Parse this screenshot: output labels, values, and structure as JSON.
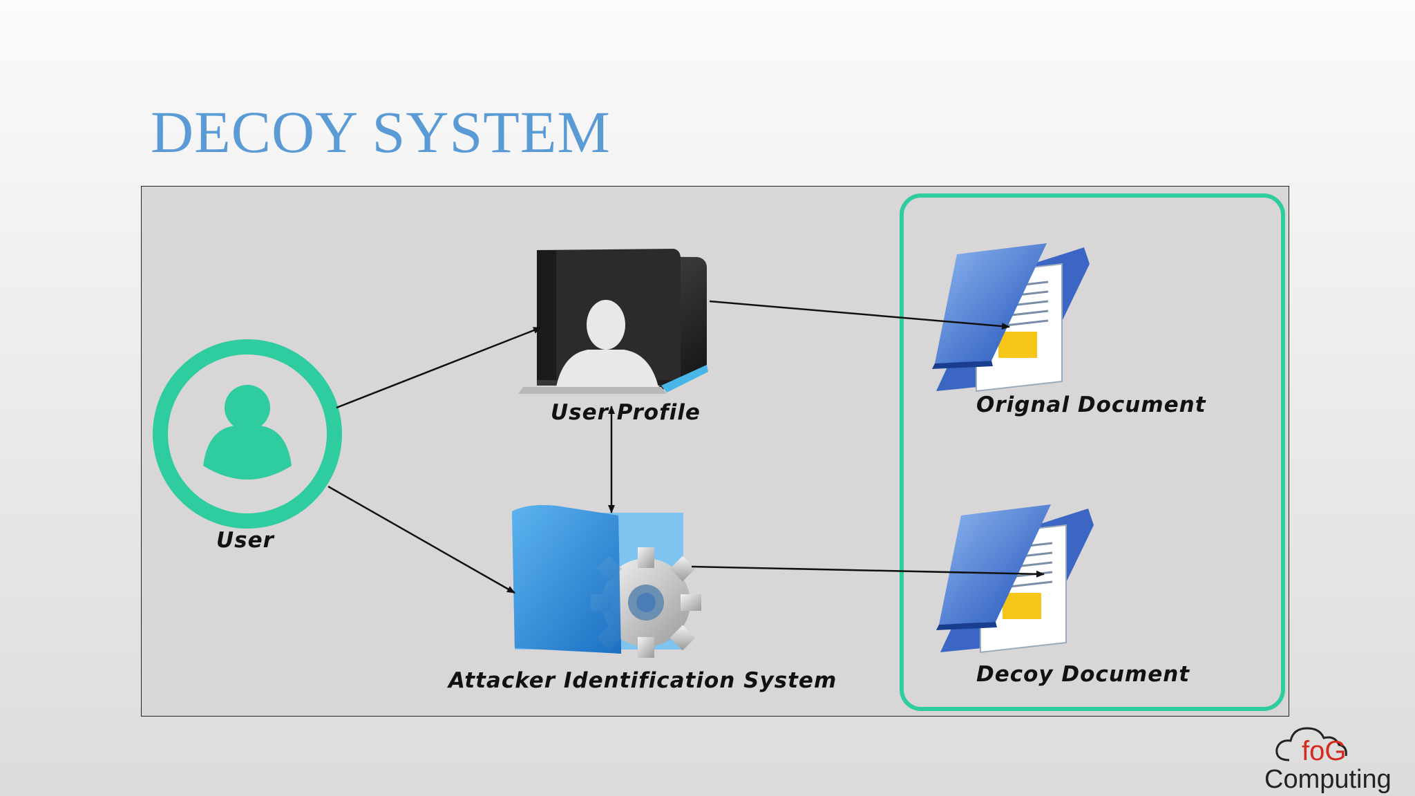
{
  "slide": {
    "title": "DECOY SYSTEM"
  },
  "nodes": {
    "user": {
      "label": "User",
      "icon": "user-circle-icon"
    },
    "user_profile": {
      "label": "User Profile",
      "icon": "profile-folder-icon"
    },
    "attacker_system": {
      "label": "Attacker Identification System",
      "icon": "settings-folder-icon"
    },
    "original_document": {
      "label": "Orignal Document",
      "icon": "document-icon"
    },
    "decoy_document": {
      "label": "Decoy Document",
      "icon": "document-icon"
    }
  },
  "edges": [
    {
      "from": "user",
      "to": "user_profile",
      "direction": "forward"
    },
    {
      "from": "user",
      "to": "attacker_system",
      "direction": "forward"
    },
    {
      "from": "user_profile",
      "to": "attacker_system",
      "direction": "both"
    },
    {
      "from": "user_profile",
      "to": "original_document",
      "direction": "forward"
    },
    {
      "from": "attacker_system",
      "to": "decoy_document",
      "direction": "forward"
    }
  ],
  "logo": {
    "text_top": "foG",
    "text_bottom": "Computing"
  },
  "colors": {
    "title": "#5b9bd5",
    "user_icon": "#2ecc9f",
    "document_group_border": "#2ecc9f",
    "panel_background": "#d9d6d7",
    "logo_red": "#d52b1e"
  }
}
